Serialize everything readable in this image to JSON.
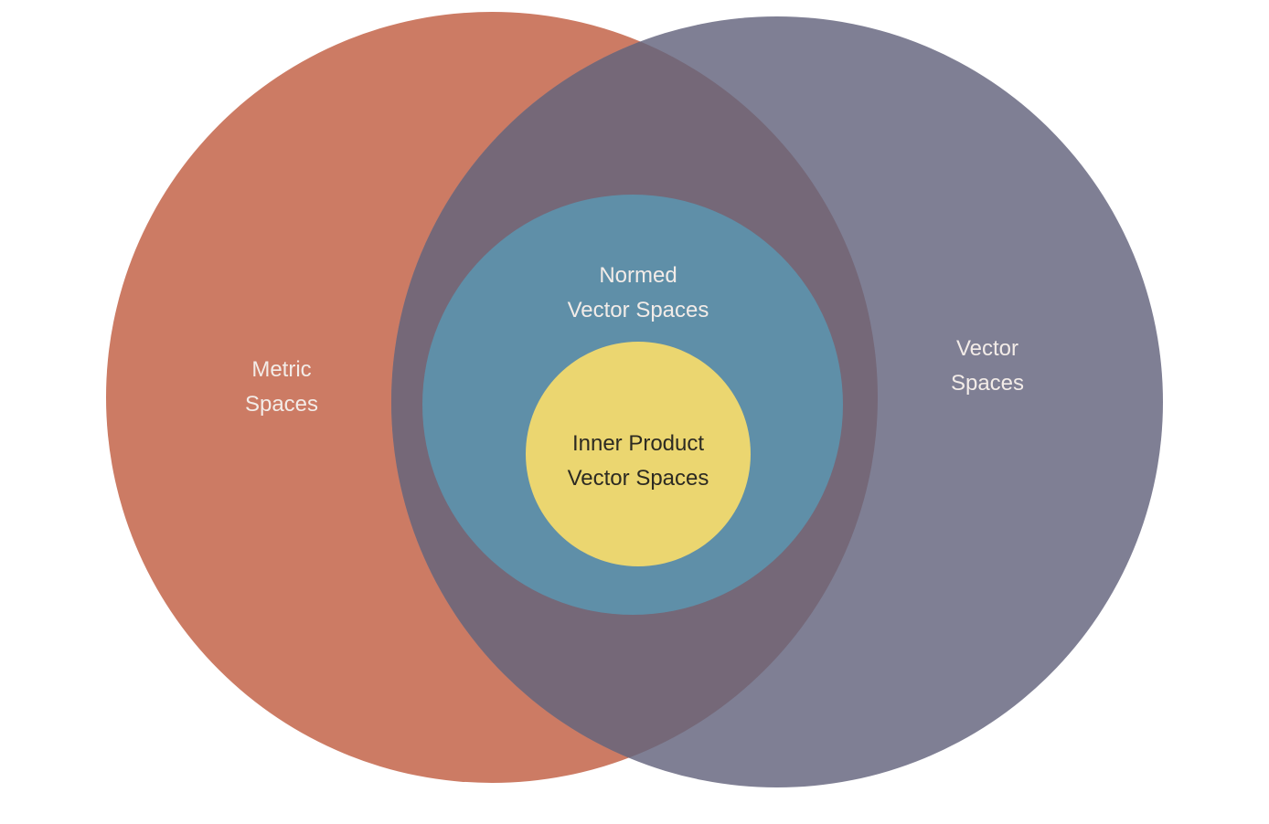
{
  "diagram": {
    "sets": {
      "metric": {
        "lines": [
          "Metric",
          "Spaces"
        ],
        "color": "#cc7b64"
      },
      "vector": {
        "lines": [
          "Vector",
          "Spaces"
        ],
        "color": "#7f7f94"
      },
      "overlap": {
        "color": "#756878"
      },
      "normed": {
        "lines": [
          "Normed",
          "Vector Spaces"
        ],
        "color": "#5f8fa8"
      },
      "inner_product": {
        "lines": [
          "Inner Product",
          "Vector Spaces"
        ],
        "color": "#ebd670"
      }
    }
  }
}
